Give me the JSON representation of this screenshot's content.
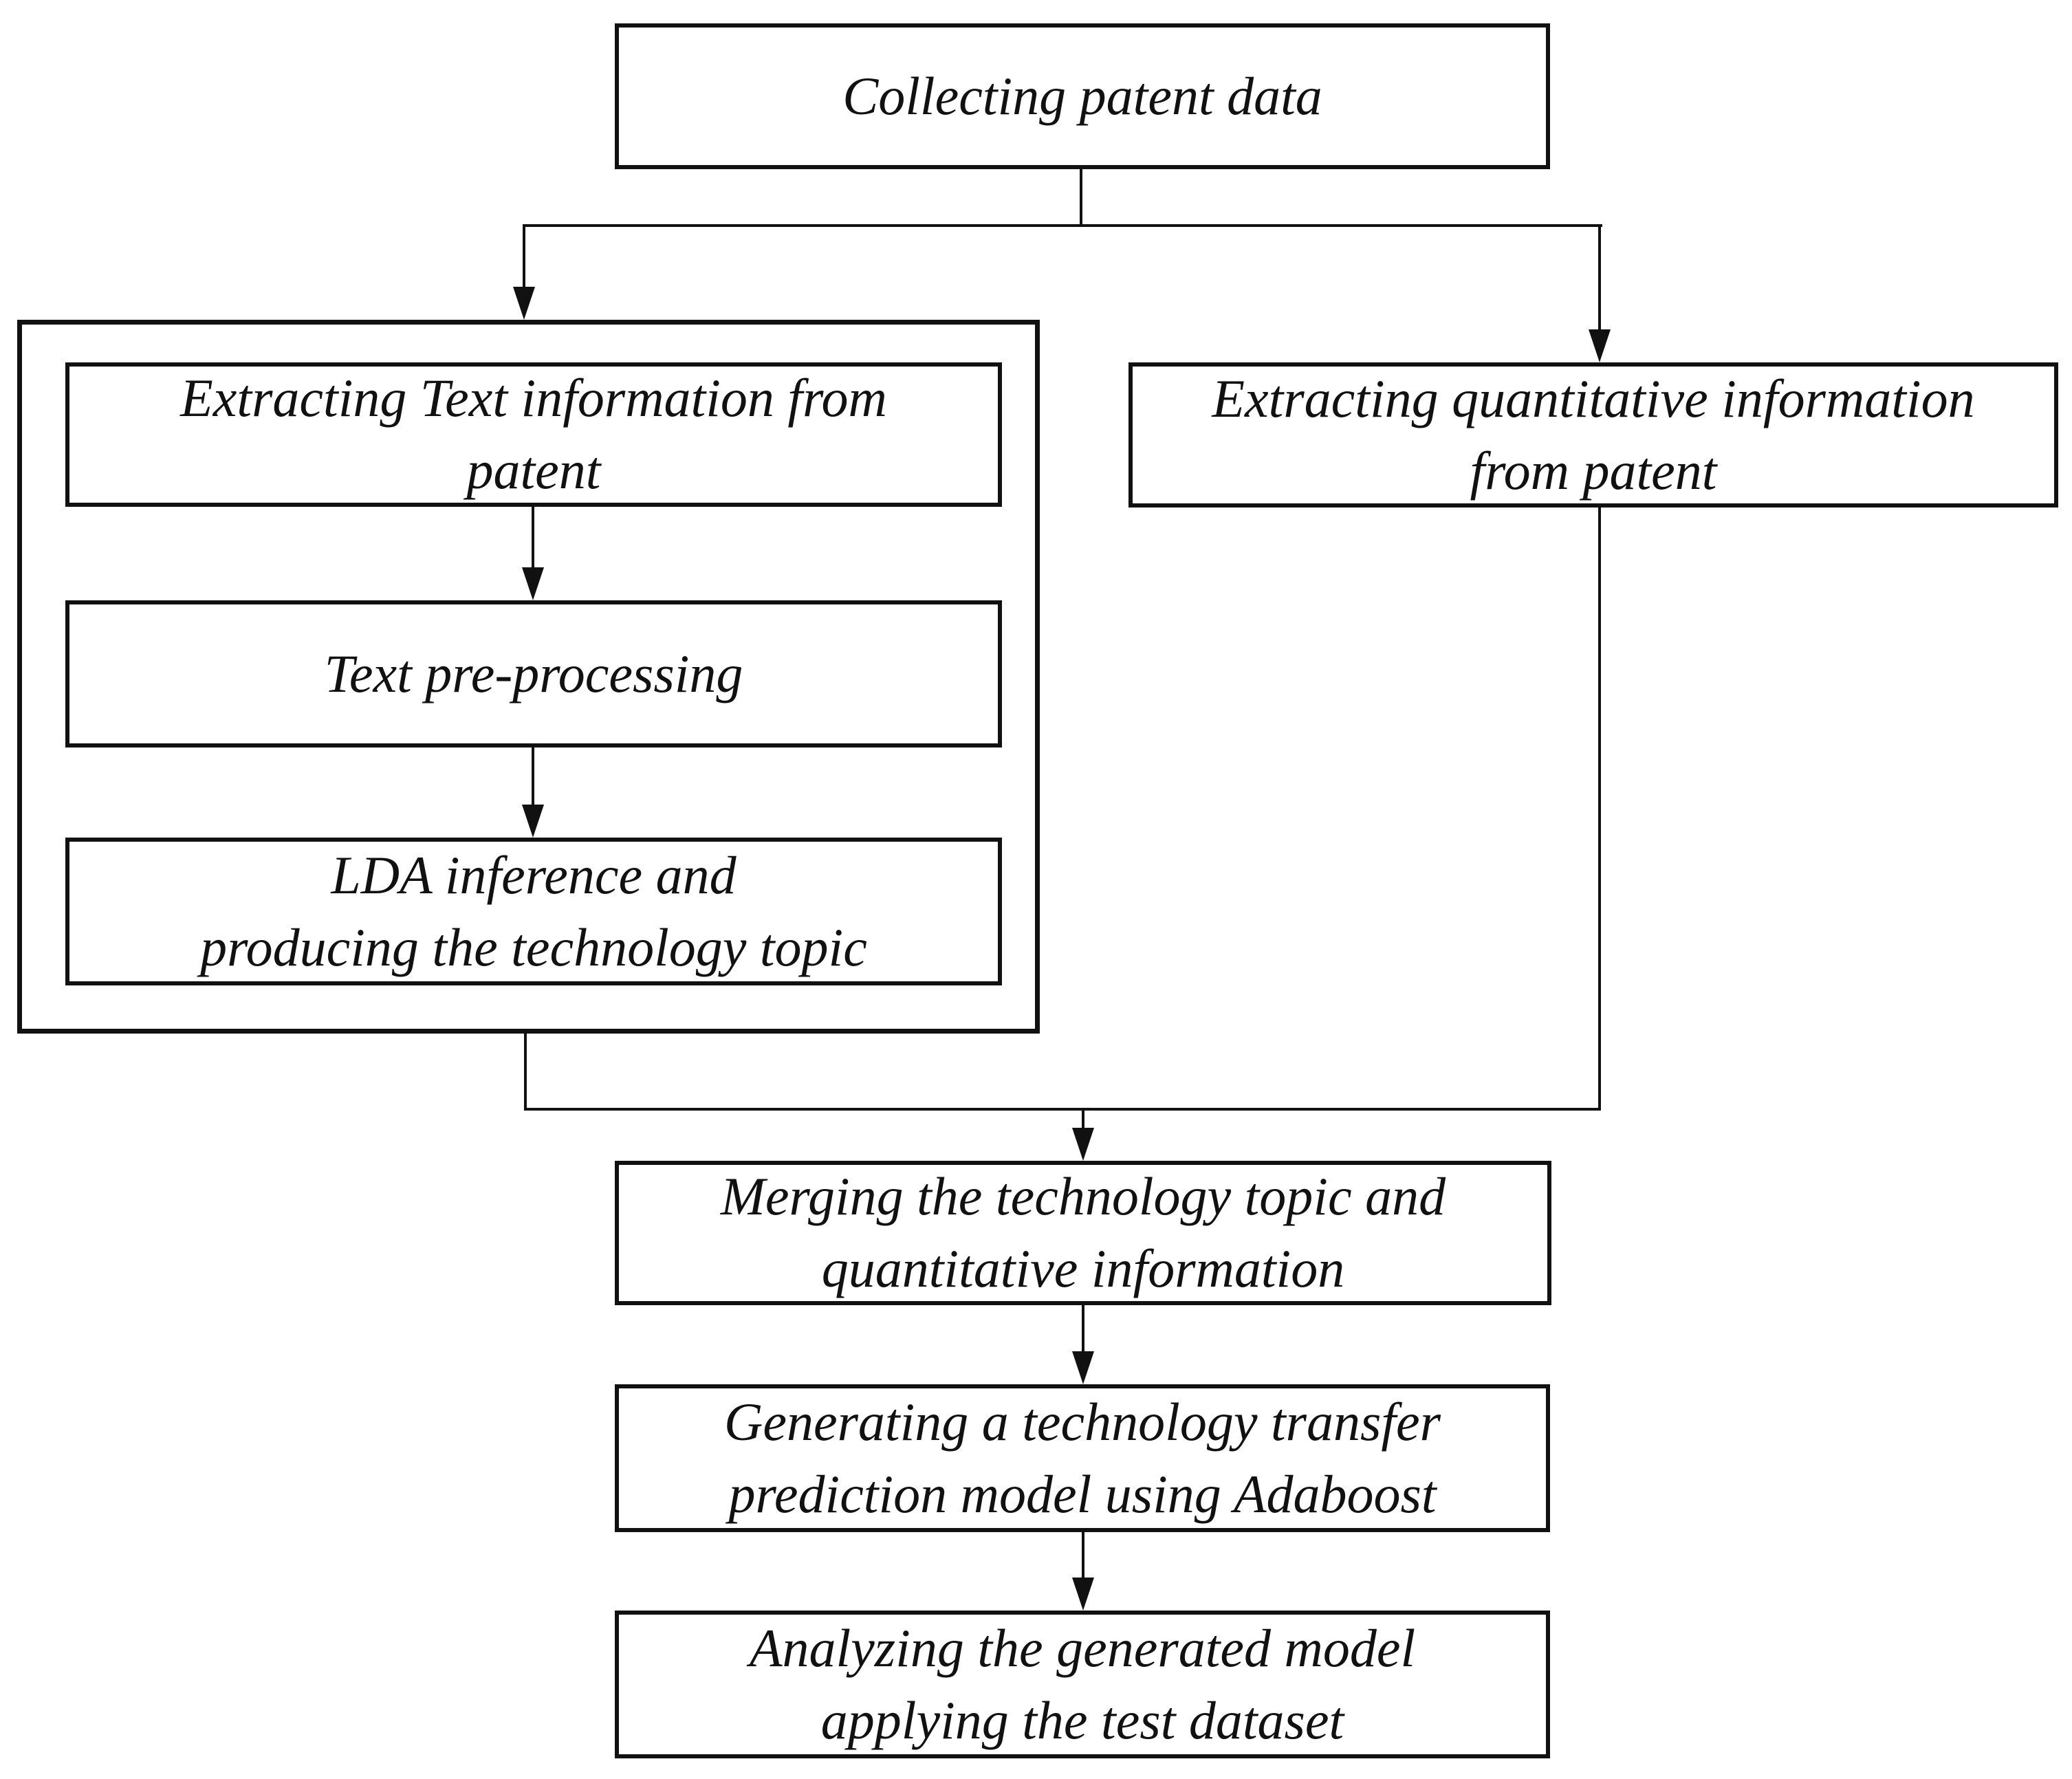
{
  "diagram": {
    "type": "flowchart",
    "colors": {
      "ink": "#111111",
      "background": "#ffffff",
      "box_fill": "#ffffff"
    },
    "nodes": {
      "collect": {
        "line1": "Collecting patent data"
      },
      "extract_text": {
        "line1": "Extracting Text information from",
        "line2": "patent"
      },
      "preprocess": {
        "line1": "Text pre-processing"
      },
      "lda": {
        "line1": "LDA inference and",
        "line2": "producing the technology topic"
      },
      "extract_quant": {
        "line1": "Extracting quantitative information",
        "line2": "from patent"
      },
      "merge": {
        "line1": "Merging the technology topic and",
        "line2": "quantitative information"
      },
      "generate": {
        "line1": "Generating a technology transfer",
        "line2": "prediction model using Adaboost"
      },
      "analyze": {
        "line1": "Analyzing the generated model",
        "line2": "applying the test dataset"
      }
    },
    "edges": [
      {
        "from": "collect",
        "to": "extract_text_group"
      },
      {
        "from": "collect",
        "to": "extract_quant"
      },
      {
        "from": "extract_text",
        "to": "preprocess"
      },
      {
        "from": "preprocess",
        "to": "lda"
      },
      {
        "from": "extract_text_group",
        "to": "merge"
      },
      {
        "from": "extract_quant",
        "to": "merge"
      },
      {
        "from": "merge",
        "to": "generate"
      },
      {
        "from": "generate",
        "to": "analyze"
      }
    ]
  }
}
